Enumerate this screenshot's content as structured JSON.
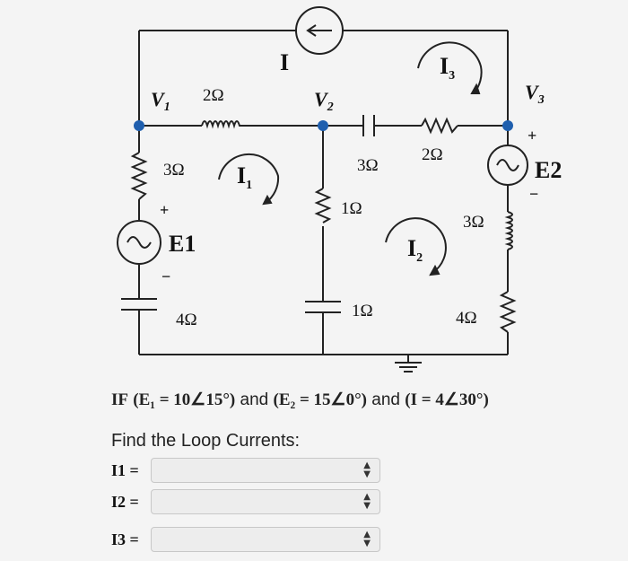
{
  "circuit": {
    "current_source_label": "I",
    "node_labels": {
      "v1": "V",
      "v1_sub": "1",
      "v2": "V",
      "v2_sub": "2",
      "v3": "V",
      "v3_sub": "3"
    },
    "resistors": {
      "r_top_left": "2Ω",
      "r_left": "3Ω",
      "r_cap_mid": "3Ω",
      "r_top_right": "2Ω",
      "r_mid_vertical": "1Ω",
      "r_right_upper": "3Ω",
      "r_bottom_left_cap": "4Ω",
      "r_bottom_mid_cap": "1Ω",
      "r_bottom_right": "4Ω"
    },
    "sources": {
      "e1": "E1",
      "e2": "E2",
      "e1_plus": "+",
      "e1_minus": "−",
      "e2_plus": "+",
      "e2_minus": "−"
    },
    "loops": {
      "i1": "I",
      "i1_sub": "1",
      "i2": "I",
      "i2_sub": "2",
      "i3": "I",
      "i3_sub": "3"
    }
  },
  "question": {
    "if": "IF",
    "e1_expr": "(E₁ = 10∠15°)",
    "and1": "and",
    "e2_expr": "(E₂ = 15∠0°)",
    "and2": "and",
    "i_expr": "(I = 4∠30°)"
  },
  "prompt": "Find the Loop Currents:",
  "answers": [
    {
      "label": "I1 =",
      "value": ""
    },
    {
      "label": "I2 =",
      "value": ""
    },
    {
      "label": "I3 =",
      "value": ""
    }
  ]
}
